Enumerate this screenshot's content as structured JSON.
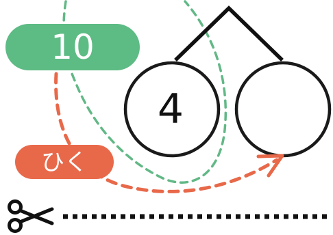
{
  "number_bond": {
    "total_label": "10",
    "left_part": "4",
    "right_part": ""
  },
  "operation_label": "ひく",
  "colors": {
    "green": "#5dbb84",
    "orange": "#e8694a",
    "ink": "#111111",
    "green_dash": "#62b886"
  },
  "icons": {
    "scissors": "scissors-icon"
  }
}
